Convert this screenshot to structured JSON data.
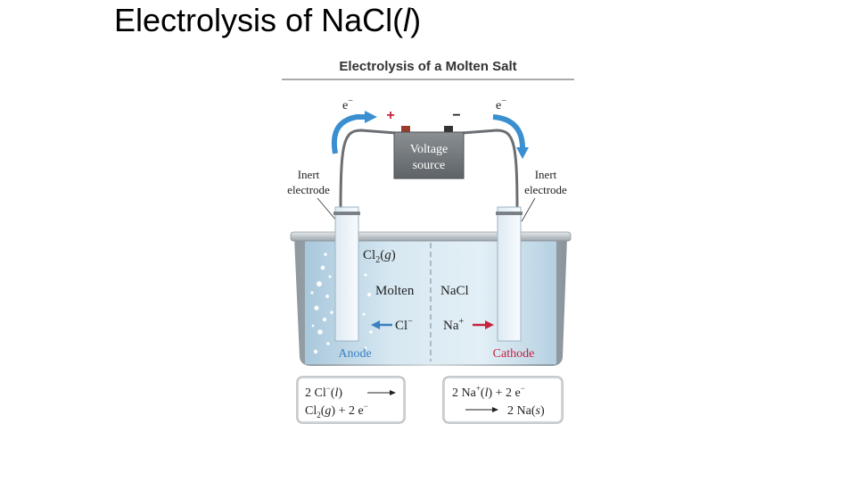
{
  "slide": {
    "title_prefix": "Electrolysis of NaCl(",
    "title_italic": "l",
    "title_suffix": ")"
  },
  "figure": {
    "heading": "Electrolysis of a Molten Salt",
    "battery": {
      "line1": "Voltage",
      "line2": "source",
      "plus": "+",
      "minus": "−"
    },
    "electron_left": "e",
    "electron_right": "e",
    "electron_sup": "−",
    "left_electrode": {
      "line1": "Inert",
      "line2": "electrode"
    },
    "right_electrode": {
      "line1": "Inert",
      "line2": "electrode"
    },
    "gas": {
      "main": "Cl",
      "sub": "2",
      "open": "(",
      "state": "g",
      "close": ")"
    },
    "molten_left": "Molten",
    "molten_right": "NaCl",
    "chloride": {
      "main": "Cl",
      "sup": "−"
    },
    "sodium": {
      "main": "Na",
      "sup": "+"
    },
    "anode": "Anode",
    "cathode": "Cathode",
    "colors": {
      "anode": "#3a7fc1",
      "cathode": "#c8213f",
      "plus": "#c8213f",
      "arrow": "#3a8fd0"
    }
  },
  "equations": {
    "anode": {
      "l1_a": "2 Cl",
      "l1_sup": "−",
      "l1_b": "(",
      "l1_state": "l",
      "l1_c": ")",
      "l2_a": "Cl",
      "l2_sub": "2",
      "l2_b": "(",
      "l2_state": "g",
      "l2_c": ")",
      "l2_d": " + 2 e",
      "l2_sup": "−"
    },
    "cathode": {
      "l1_a": "2 Na",
      "l1_sup": "+",
      "l1_b": "(",
      "l1_state": "l",
      "l1_c": ") + 2 e",
      "l1_sup2": "−",
      "l2_a": "2 Na(",
      "l2_state": "s",
      "l2_b": ")"
    }
  }
}
